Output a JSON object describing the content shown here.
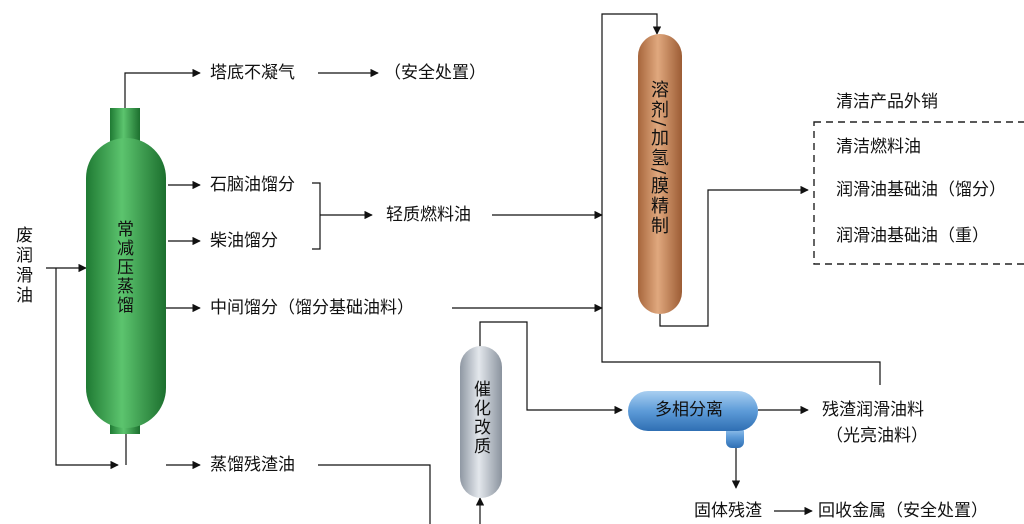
{
  "feed": "废润滑油",
  "distillation": {
    "name": "常减压蒸馏",
    "top_gas": "塔底不凝气",
    "top_gas_disposal": "（安全处置）",
    "naphtha": "石脑油馏分",
    "diesel": "柴油馏分",
    "light_fuel": "轻质燃料油",
    "middle_cut": "中间馏分（馏分基础油料）",
    "residue": "蒸馏残渣油"
  },
  "refining": {
    "name": "溶剂/加氢/膜精制"
  },
  "products": {
    "title": "清洁产品外销",
    "items": [
      "清洁燃料油",
      "润滑油基础油（馏分）",
      "润滑油基础油（重）"
    ]
  },
  "catalytic": {
    "name": "催化改质"
  },
  "separation": {
    "name": "多相分离",
    "residue_lube": "残渣润滑油料",
    "bright_stock": "（光亮油料）",
    "solid": "固体残渣",
    "metal_recovery": "回收金属（安全处置）"
  },
  "colors": {
    "distill_vessel": "#2e9a44",
    "refine_vessel": "#c98758",
    "catalytic_vessel": "#b9c0c8",
    "separator": "#5a9ad6"
  }
}
